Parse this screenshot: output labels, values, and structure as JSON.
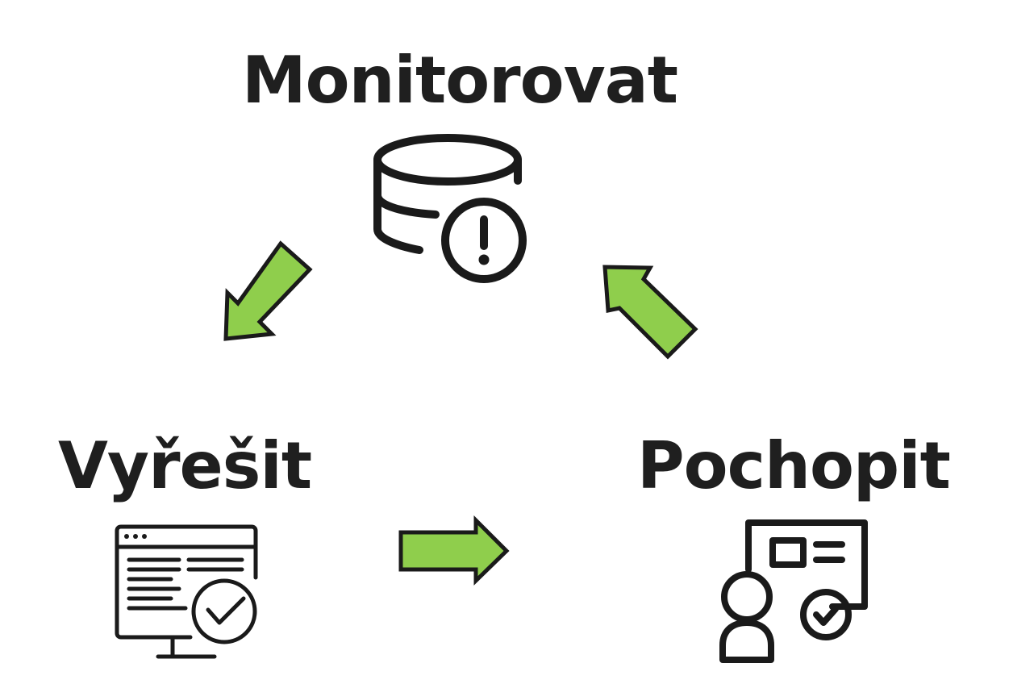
{
  "diagram": {
    "labels": {
      "monitor": "Monitorovat",
      "resolve": "Vyřešit",
      "understand": "Pochopit"
    },
    "icons": {
      "monitor": "database-alert-icon",
      "resolve": "monitor-check-icon",
      "understand": "presenter-check-icon"
    },
    "colors": {
      "arrow_fill": "#8fce4c",
      "arrow_outline": "#1a1a1a",
      "text": "#1f1f1f",
      "icon_stroke": "#1a1a1a"
    }
  }
}
